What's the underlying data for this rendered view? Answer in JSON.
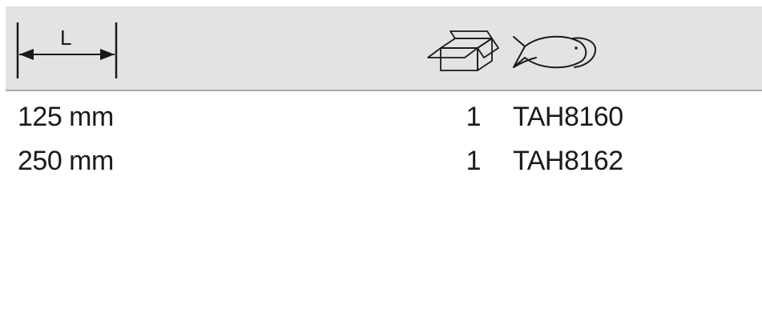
{
  "header": {
    "length_symbol": "L",
    "icons": [
      "length-dimension-icon",
      "package-box-icon",
      "fish-icon"
    ]
  },
  "columns": [
    "length",
    "quantity",
    "article_code"
  ],
  "rows": [
    {
      "length": "125 mm",
      "quantity": "1",
      "code": "TAH8160"
    },
    {
      "length": "250 mm",
      "quantity": "1",
      "code": "TAH8162"
    }
  ],
  "colors": {
    "header_background": "#e3e3e3",
    "header_rule": "#a9a9a9",
    "text": "#1a1a1a"
  }
}
